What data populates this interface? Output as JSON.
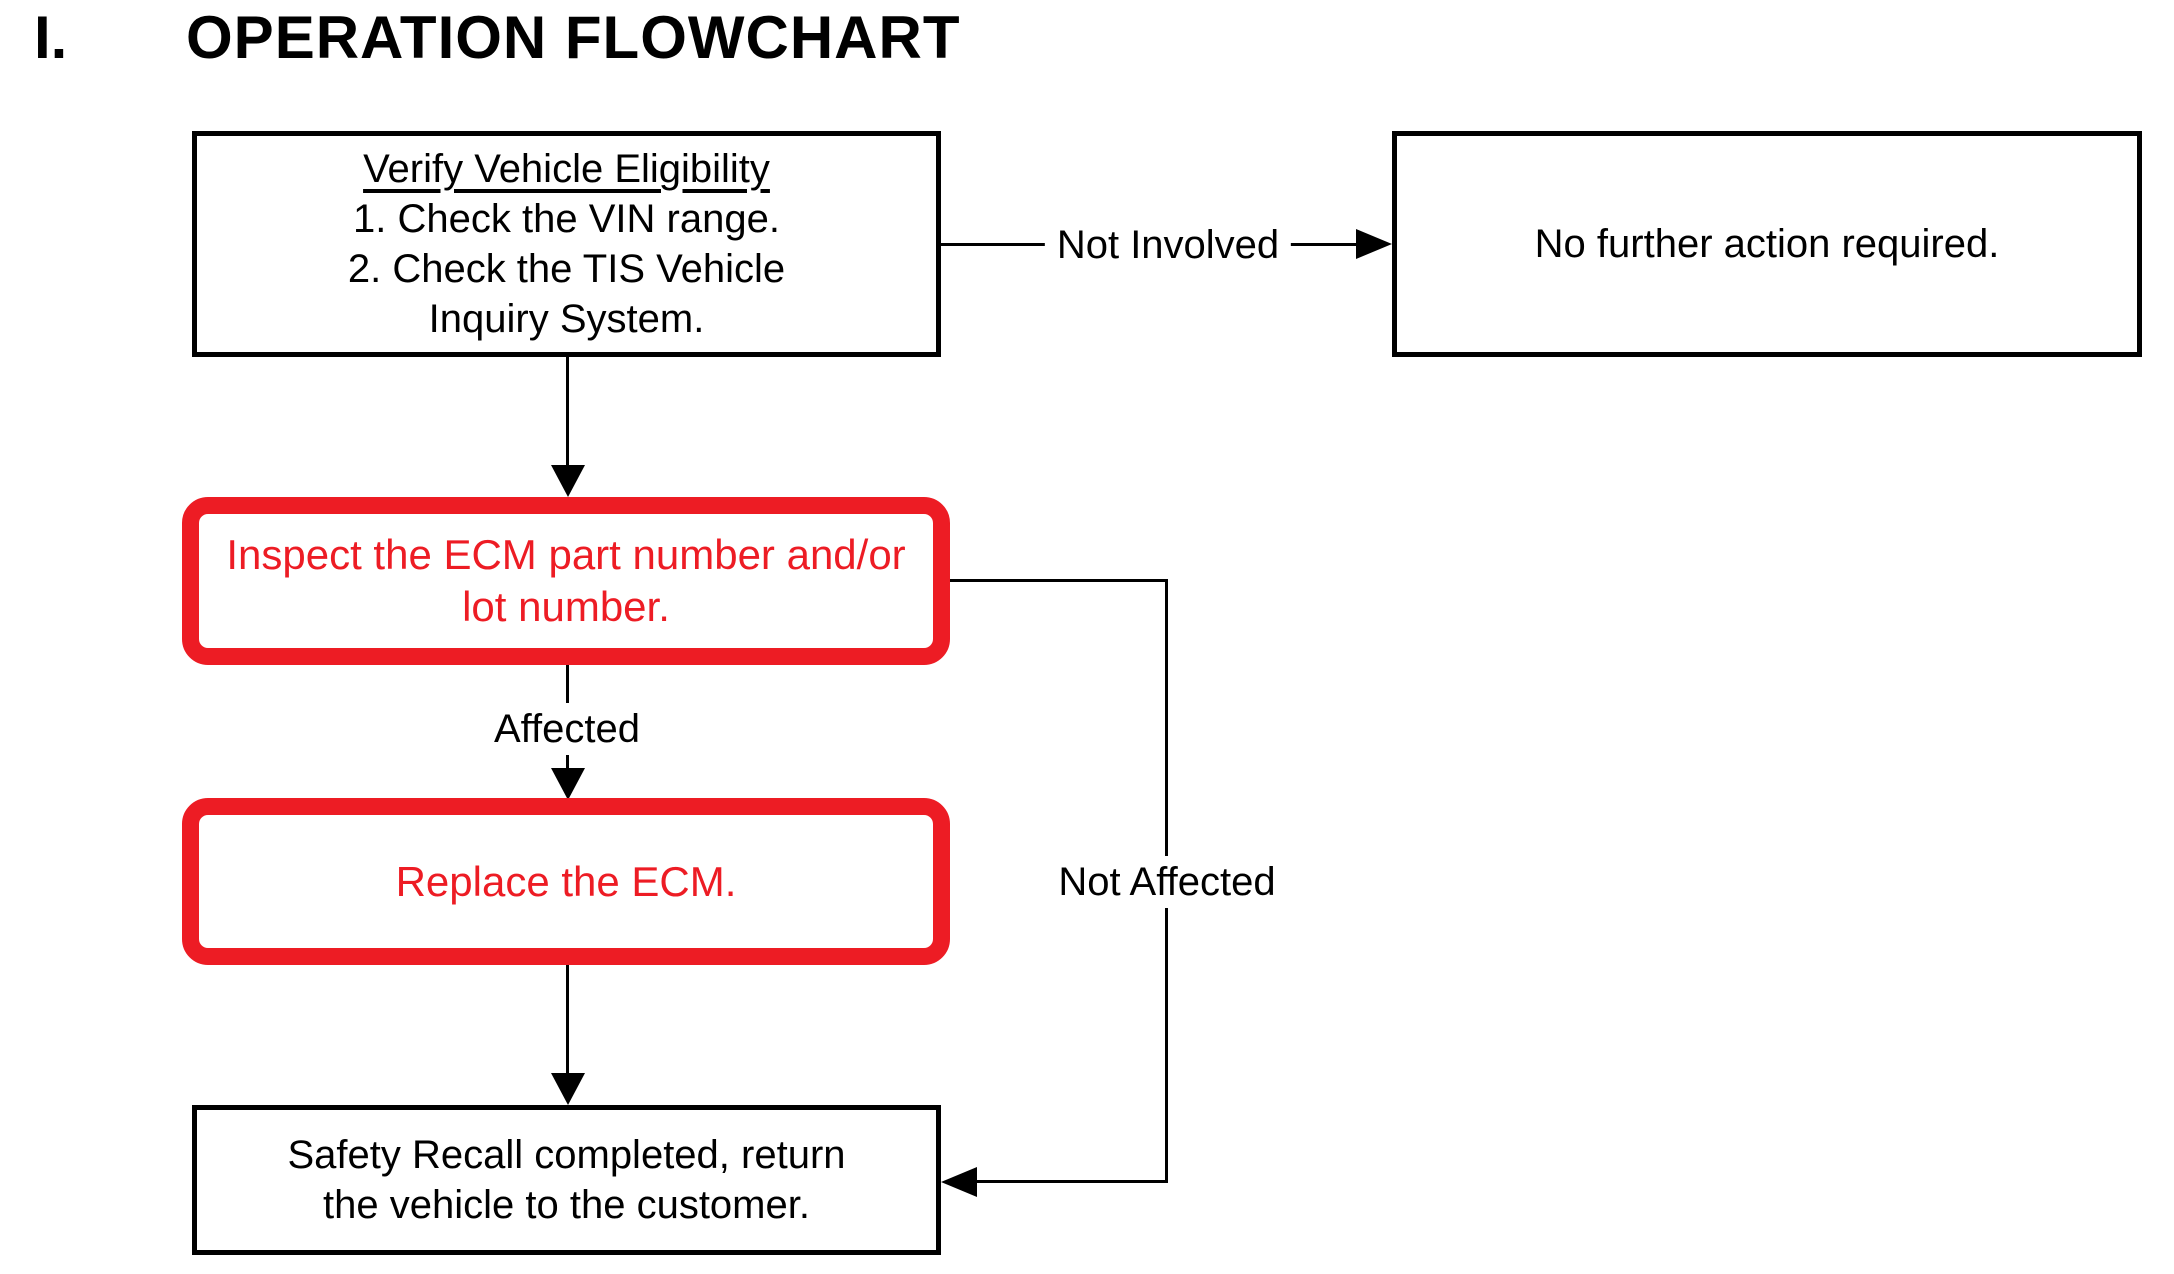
{
  "title": {
    "numeral": "I.",
    "text": "OPERATION FLOWCHART"
  },
  "colors": {
    "accent_red": "#ED1C24",
    "ink": "#000000",
    "background": "#FFFFFF"
  },
  "flowchart": {
    "verify_box": {
      "heading": "Verify Vehicle Eligibility",
      "item1": "1. Check the VIN range.",
      "item2": "2. Check the TIS Vehicle",
      "item2_cont": "Inquiry System."
    },
    "no_action_box": {
      "text": "No further action required."
    },
    "inspect_box": {
      "line1": "Inspect the ECM part number and/or",
      "line2": "lot number."
    },
    "replace_box": {
      "text": "Replace the ECM."
    },
    "complete_box": {
      "line1": "Safety Recall completed, return",
      "line2": "the vehicle to the customer."
    },
    "edge_labels": {
      "not_involved": "Not Involved",
      "affected": "Affected",
      "not_affected": "Not Affected"
    }
  }
}
